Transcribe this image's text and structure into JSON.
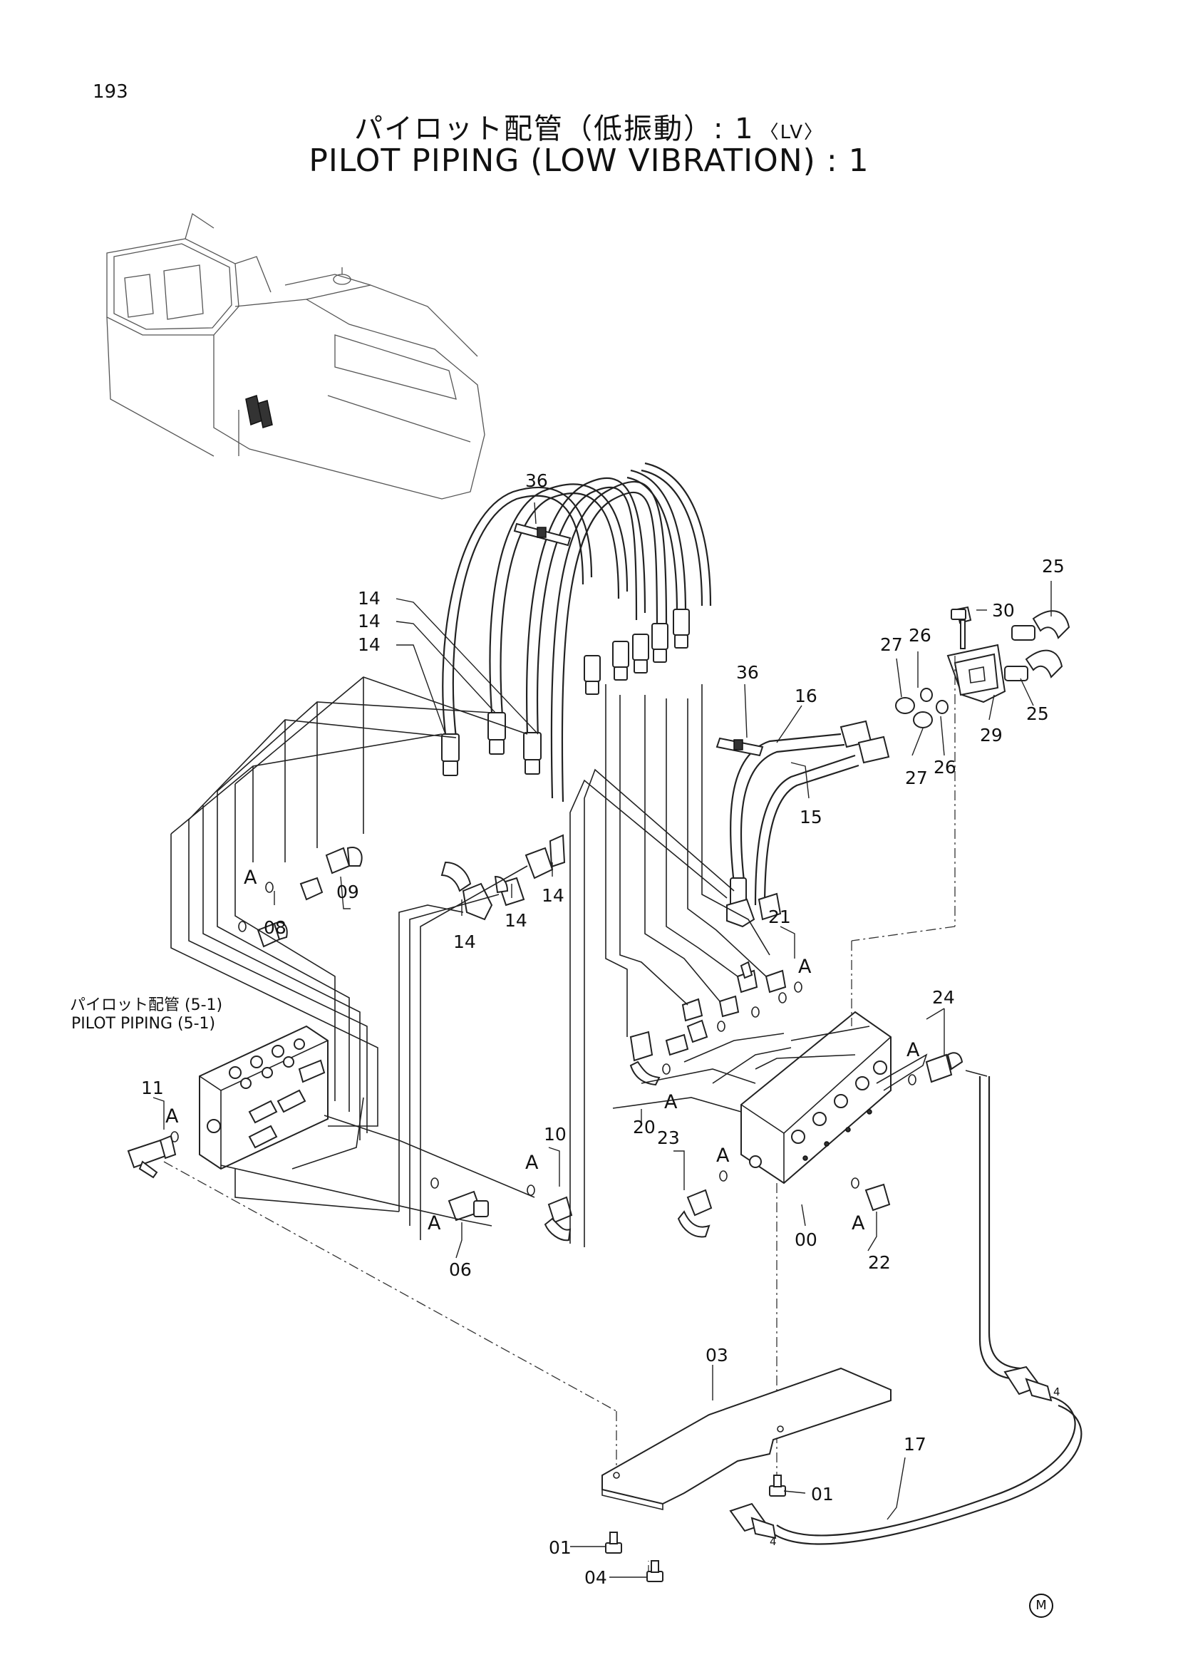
{
  "page_number": "193",
  "title_jp": "パイロット配管（低振動）: 1",
  "title_jp_suffix": "〈LV〉",
  "title_en": "PILOT PIPING (LOW VIBRATION) : 1",
  "reference_jp": "パイロット配管 (5-1)",
  "reference_en": "PILOT PIPING (5-1)",
  "detail_marker": "A",
  "corner_mark": "M",
  "part_callouts": [
    "36",
    "14",
    "14",
    "14",
    "09",
    "08",
    "14",
    "14",
    "14",
    "36",
    "16",
    "15",
    "25",
    "30",
    "26",
    "27",
    "27",
    "26",
    "25",
    "29",
    "21",
    "24",
    "10",
    "11",
    "20",
    "23",
    "00",
    "22",
    "06",
    "03",
    "01",
    "01",
    "04",
    "17"
  ],
  "hose_end_tags": [
    "4",
    "4"
  ]
}
